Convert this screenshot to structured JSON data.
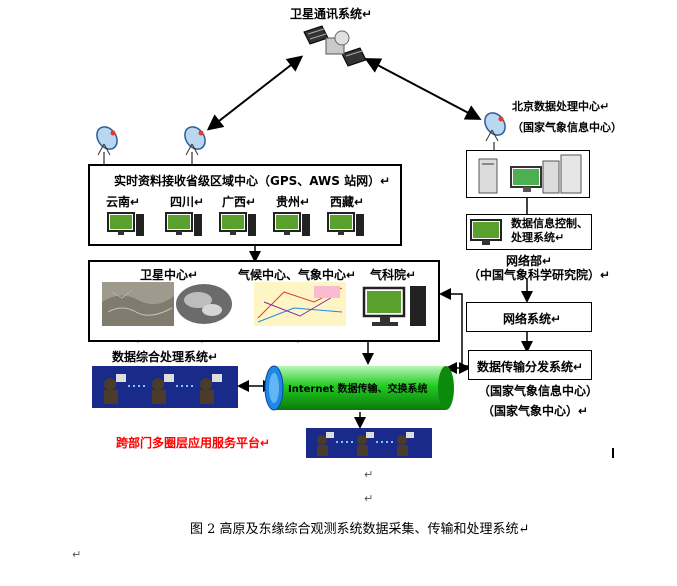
{
  "satellite": {
    "label": "卫星通讯系统↵"
  },
  "beijing_center": {
    "title": "北京数据处理中心↵",
    "subtitle": "（国家气象信息中心）"
  },
  "province_box": {
    "title": "实时资料接收省级区域中心（GPS、AWS 站网）↵",
    "provinces": [
      "云南↵",
      "四川↵",
      "广西↵",
      "贵州↵",
      "西藏↵"
    ]
  },
  "centers": {
    "satellite_center": "卫星中心↵",
    "climate_center": "气候中心、气象中心↵",
    "academy": "气科院↵"
  },
  "control_system": {
    "label": "数据信息控制、处理系统↵"
  },
  "network_dept": {
    "title": "网络部↵",
    "subtitle": "（中国气象科学研究院）↵"
  },
  "network_system": {
    "label": "网络系统↵"
  },
  "distribution": {
    "label": "数据传输分发系统↵",
    "org1": "（国家气象信息中心）",
    "org2": "（国家气象中心）↵"
  },
  "processing_system": {
    "label": "数据综合处理系统↵"
  },
  "internet": {
    "label": "Internet 数据传输、交换系统"
  },
  "platform": {
    "label": "跨部门多圈层应用服务平台↵",
    "color": "#ff0000"
  },
  "paragraph_marks": [
    "↵",
    "↵",
    "↵"
  ],
  "caption": "图 2 高原及东缘综合观测系统数据采集、传输和处理系统↵",
  "colors": {
    "pipe": "#22cc22",
    "pipe_end": "#1e88e5",
    "operator_bg": "#1a2a8a",
    "arrow": "#000000"
  }
}
